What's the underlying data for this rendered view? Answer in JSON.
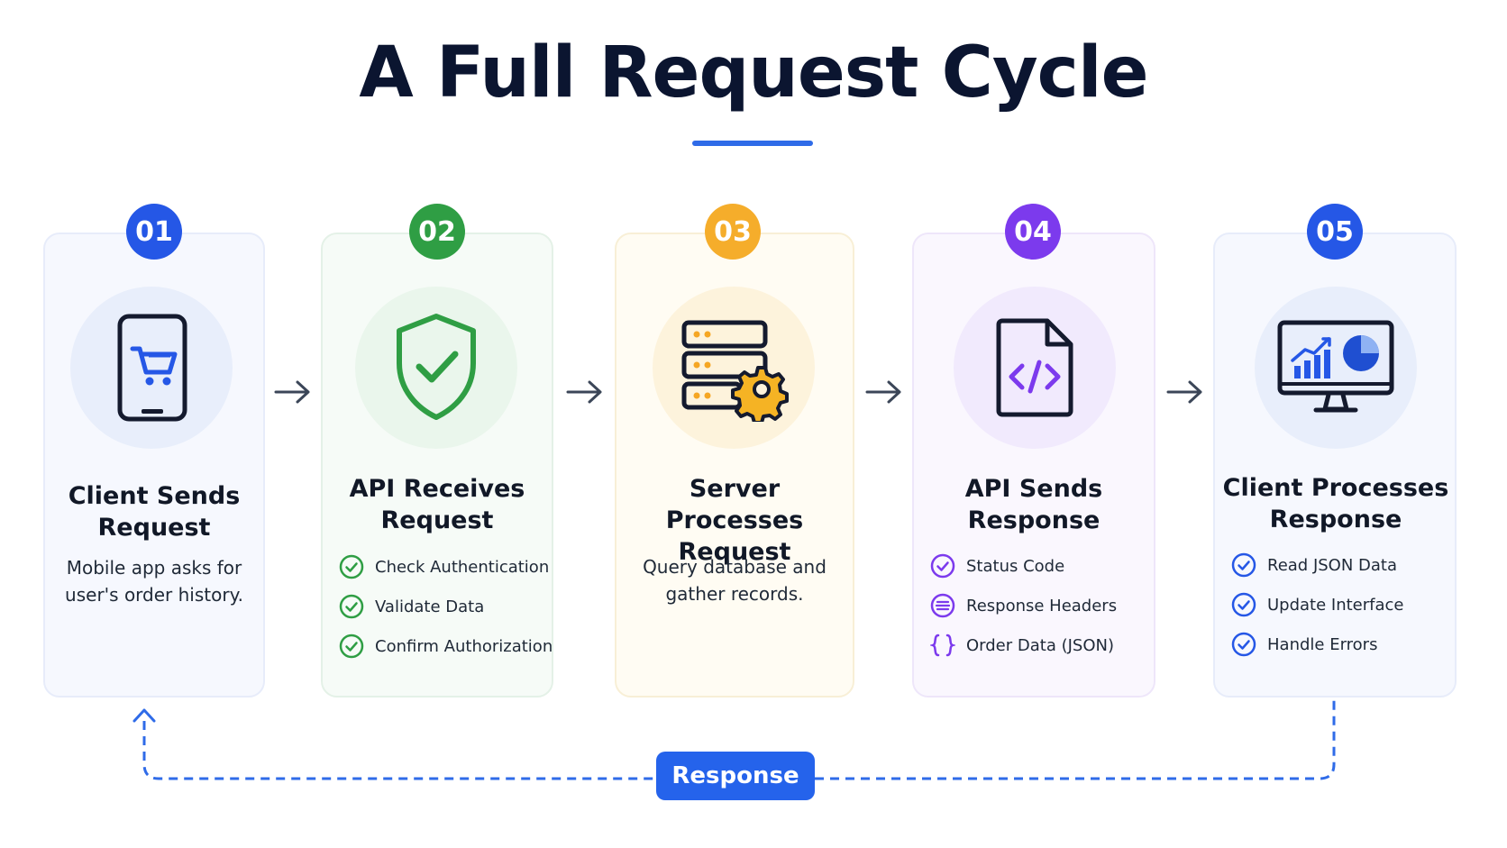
{
  "title": "A Full Request Cycle",
  "steps": [
    {
      "number": "01",
      "title_line1": "Client Sends",
      "title_line2": "Request",
      "description_line1": "Mobile app asks for",
      "description_line2": "user's order history.",
      "icon": "phone-cart-icon",
      "accent": "#2557e6"
    },
    {
      "number": "02",
      "title_line1": "API Receives",
      "title_line2": "Request",
      "checks": [
        "Check Authentication",
        "Validate Data",
        "Confirm Authorization"
      ],
      "icon": "shield-check-icon",
      "accent": "#2f9e44"
    },
    {
      "number": "03",
      "title_line1": "Server Processes",
      "title_line2": "Request",
      "description_line1": "Query database and",
      "description_line2": "gather records.",
      "icon": "server-gear-icon",
      "accent": "#f5a623"
    },
    {
      "number": "04",
      "title_line1": "API Sends",
      "title_line2": "Response",
      "checks": [
        "Status Code",
        "Response Headers",
        "Order Data (JSON)"
      ],
      "icon": "code-file-icon",
      "accent": "#7c3aed"
    },
    {
      "number": "05",
      "title_line1": "Client Processes",
      "title_line2": "Response",
      "checks": [
        "Read JSON Data",
        "Update Interface",
        "Handle Errors"
      ],
      "icon": "monitor-chart-icon",
      "accent": "#2557e6"
    }
  ],
  "loop_label": "Response"
}
